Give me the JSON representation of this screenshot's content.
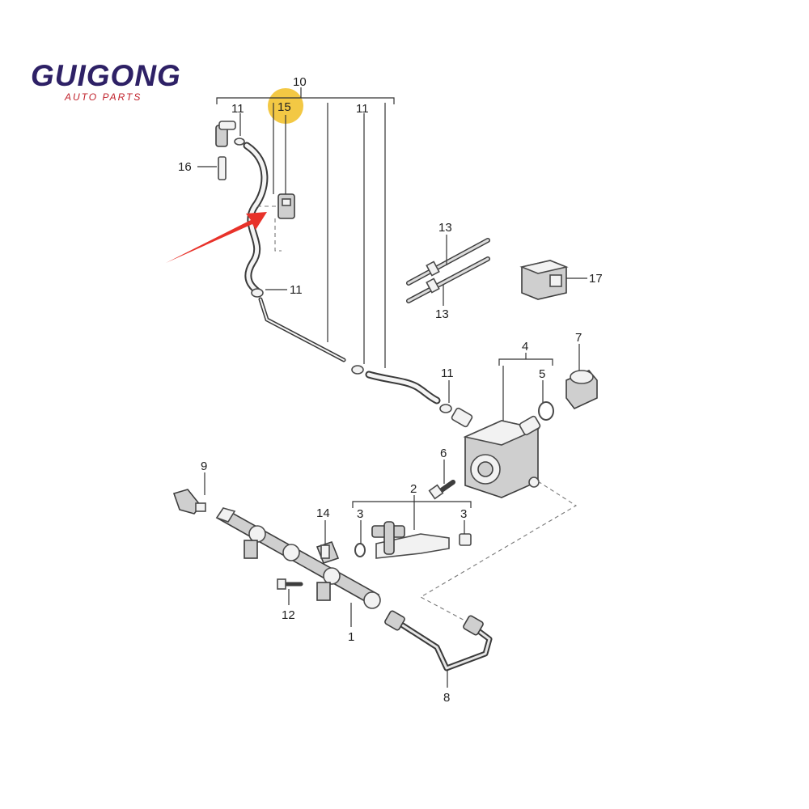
{
  "logo": {
    "name": "GUIGONG",
    "tagline": "AUTO PARTS",
    "colors": {
      "primary": "#2e2166",
      "accent": "#c0202a"
    }
  },
  "highlight": {
    "label": "15",
    "color": "#f2c230"
  },
  "arrow": {
    "color": "#e8322a"
  },
  "callouts": {
    "c10": "10",
    "c11a": "11",
    "c15": "15",
    "c11b": "11",
    "c16": "16",
    "c11c": "11",
    "c13a": "13",
    "c13b": "13",
    "c17": "17",
    "c4": "4",
    "c7": "7",
    "c5": "5",
    "c11d": "11",
    "c6": "6",
    "c9": "9",
    "c2": "2",
    "c14": "14",
    "c3a": "3",
    "c3b": "3",
    "c12": "12",
    "c1": "1",
    "c8": "8"
  }
}
